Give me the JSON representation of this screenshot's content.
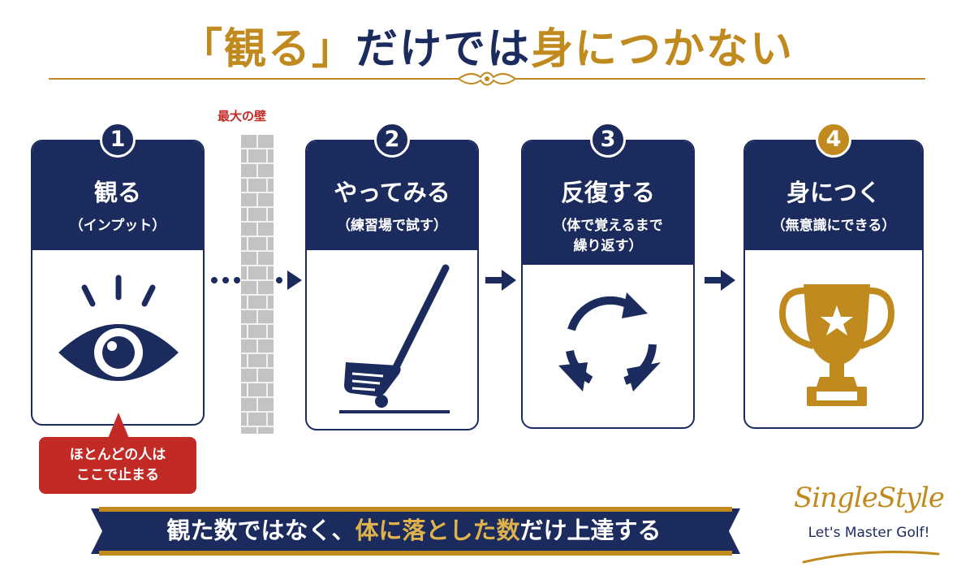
{
  "title": {
    "open_bracket": "「",
    "word1": "観る",
    "close_bracket": "」",
    "middle": "だけでは",
    "word2": "身につかない"
  },
  "wall": {
    "label": "最大の壁"
  },
  "steps": [
    {
      "number": "1",
      "title": "観る",
      "subtitle_lines": [
        "（インプット）"
      ],
      "icon": "eye-icon"
    },
    {
      "number": "2",
      "title": "やってみる",
      "subtitle_lines": [
        "（練習場で試す）"
      ],
      "icon": "golf-club-icon"
    },
    {
      "number": "3",
      "title": "反復する",
      "subtitle_lines": [
        "（体で覚えるまで",
        "繰り返す）"
      ],
      "icon": "cycle-arrows-icon"
    },
    {
      "number": "4",
      "title": "身につく",
      "subtitle_lines": [
        "（無意識にできる）"
      ],
      "icon": "trophy-icon"
    }
  ],
  "callout": {
    "lines": [
      "ほとんどの人は",
      "ここで止まる"
    ]
  },
  "banner": {
    "part1": "観た数ではなく、",
    "part2": "体に落とした数",
    "part3": "だけ上達する"
  },
  "logo": {
    "name": "SingleStyle",
    "tagline": "Let's Master Golf!"
  },
  "colors": {
    "navy": "#1c2b5e",
    "gold": "#c08a1e",
    "red": "#c22a25",
    "wall_gray": "#c3c3c3"
  }
}
